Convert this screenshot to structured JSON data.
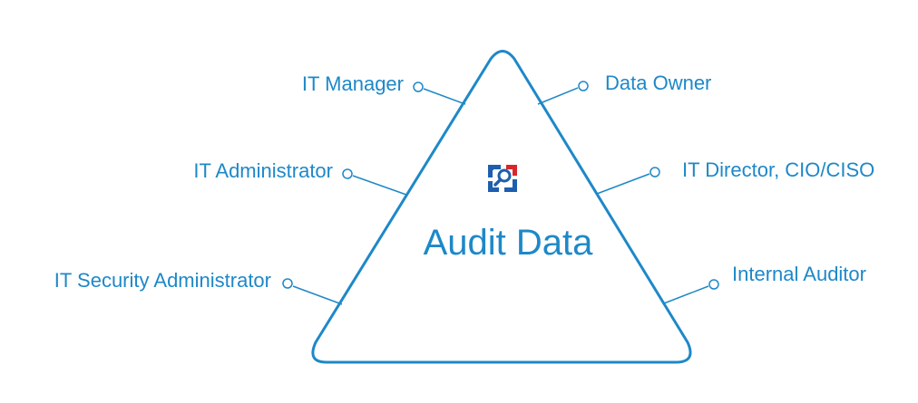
{
  "diagram": {
    "center_label": "Audit Data",
    "roles_left": [
      "IT Manager",
      "IT Administrator",
      "IT Security Administrator"
    ],
    "roles_right": [
      "Data Owner",
      "IT Director, CIO/CISO",
      "Internal Auditor"
    ]
  },
  "colors": {
    "accent": "#1e88c8",
    "logo_red": "#d9262b",
    "logo_blue": "#1d5fae"
  },
  "icons": {
    "logo": "audit-logo-icon"
  }
}
